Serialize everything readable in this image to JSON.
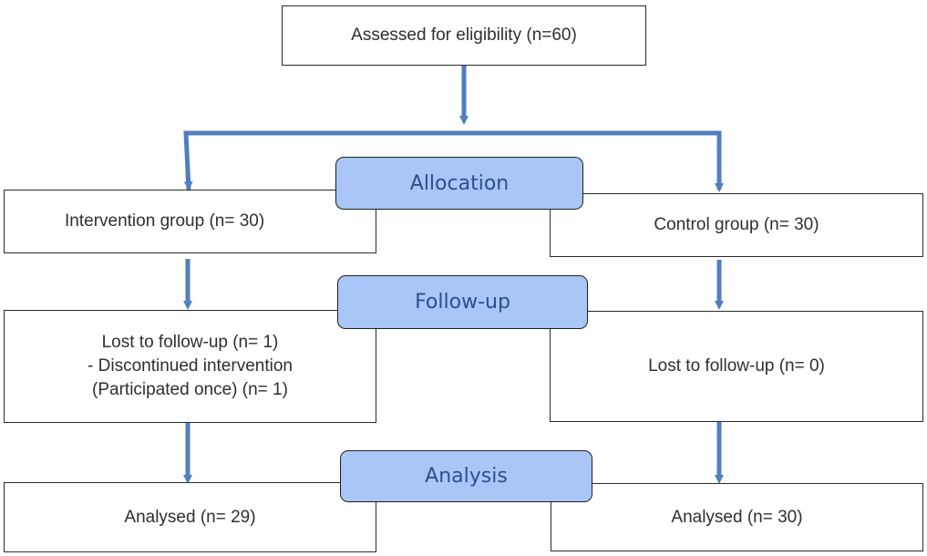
{
  "colors": {
    "arrow": "#4f7fbd",
    "stage_fill": "#a9c6f7",
    "stage_text": "#2b4f8a",
    "box_border": "#2a2a2a",
    "box_text": "#2f2f2f"
  },
  "flow": {
    "eligibility": "Assessed for eligibility (n=60)",
    "stages": {
      "allocation": "Allocation",
      "follow_up": "Follow-up",
      "analysis": "Analysis"
    },
    "intervention": {
      "group": "Intervention group (n= 30)",
      "lost": [
        "Lost to follow-up (n= 1)",
        "- Discontinued intervention",
        "(Participated once) (n= 1)"
      ],
      "analysed": "Analysed (n= 29)"
    },
    "control": {
      "group": "Control group (n= 30)",
      "lost": "Lost to follow-up (n= 0)",
      "analysed": "Analysed (n= 30)"
    }
  }
}
